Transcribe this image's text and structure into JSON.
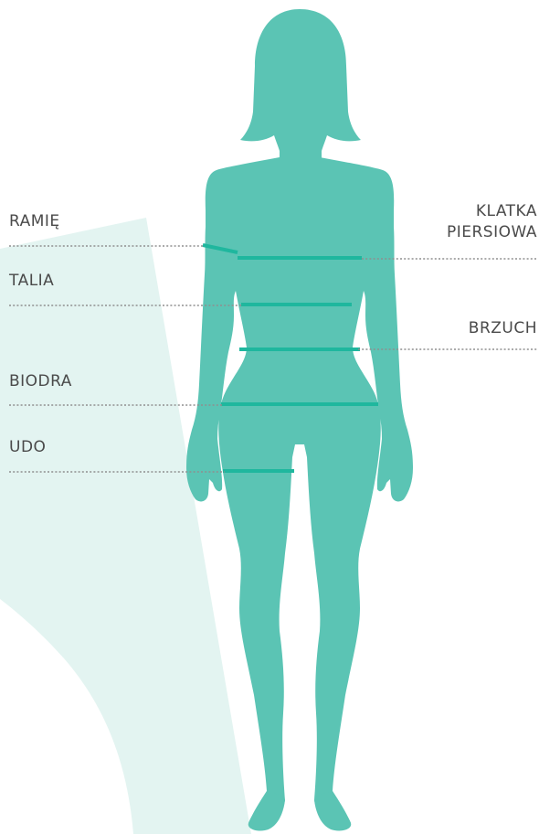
{
  "colors": {
    "figure": "#5bc4b4",
    "measure_line": "#1fb79e",
    "background_shape": "#e3f4f1",
    "dotted_line": "#8f8f8f",
    "label_text": "#4a4a4a"
  },
  "labels": {
    "arm": "RAMIĘ",
    "waist": "TALIA",
    "hips": "BIODRA",
    "thigh": "UDO",
    "chest_line1": "KLATKA",
    "chest_line2": "PIERSIOWA",
    "belly": "BRZUCH"
  }
}
